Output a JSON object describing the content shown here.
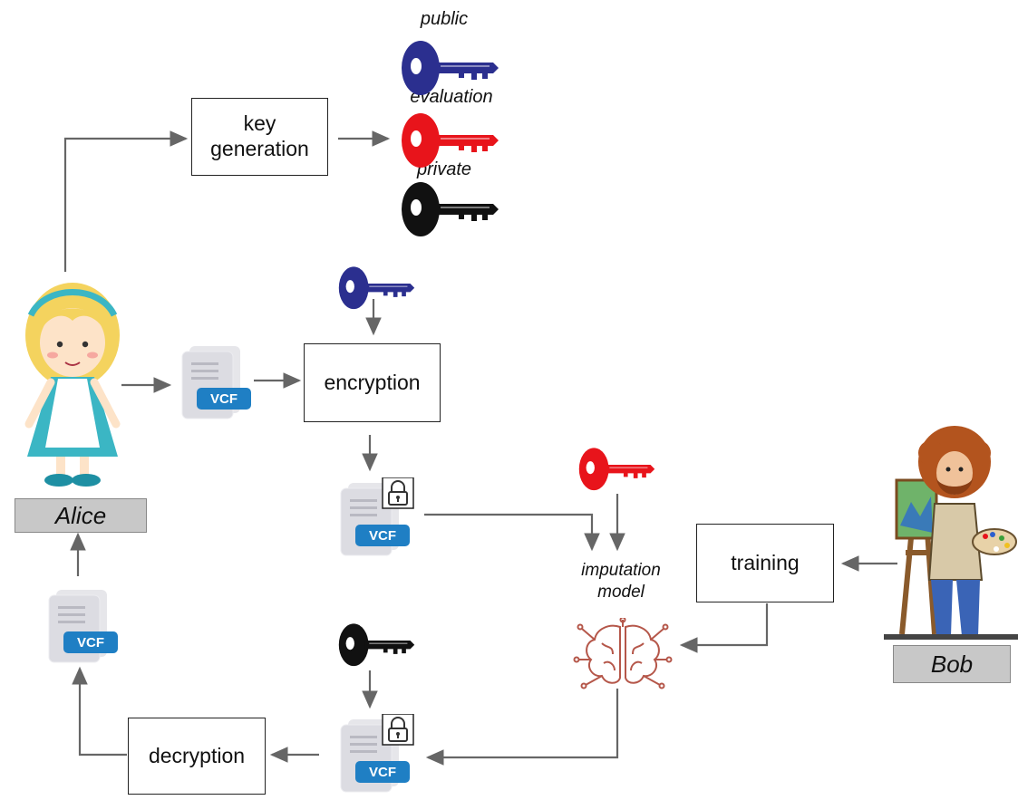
{
  "boxes": {
    "key_generation": "key\ngeneration",
    "encryption": "encryption",
    "training": "training",
    "decryption": "decryption"
  },
  "keys": {
    "public_label": "public",
    "evaluation_label": "evaluation",
    "private_label": "private"
  },
  "people": {
    "alice": "Alice",
    "bob": "Bob"
  },
  "model_label": "imputation\nmodel",
  "file_badge": "VCF",
  "colors": {
    "public_key": "#2b2f8f",
    "evaluation_key": "#e8141b",
    "private_key": "#111111",
    "vcf_badge": "#1f7fc4",
    "arrow": "#666666",
    "brain": "#b5574a"
  }
}
